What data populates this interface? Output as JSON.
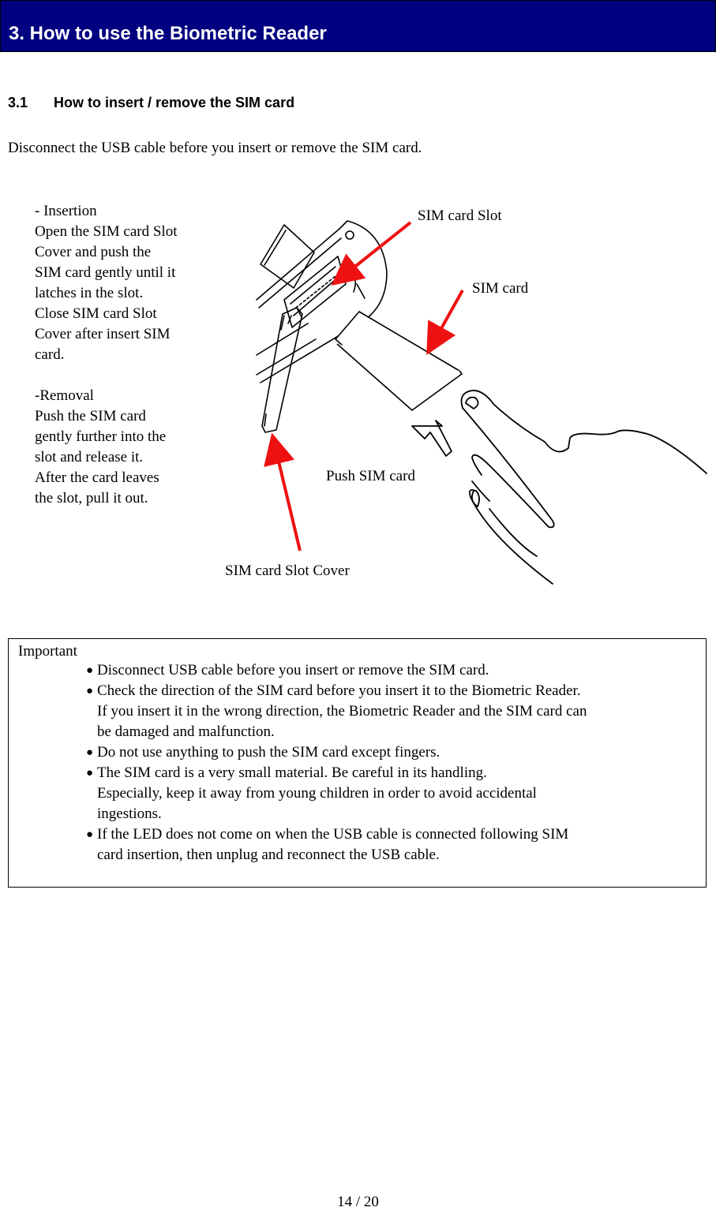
{
  "chapter": {
    "title": "3. How to use the Biometric Reader"
  },
  "section": {
    "number": "3.1",
    "title": "How to insert / remove the SIM card"
  },
  "intro": "Disconnect the USB cable before you insert or remove the SIM card.",
  "instructions": {
    "insertion_heading": "- Insertion",
    "insertion_lines": [
      "Open the SIM card Slot",
      "Cover and push the",
      "SIM card gently until it",
      "latches in the slot.",
      "Close SIM card Slot",
      "Cover after insert SIM",
      "card."
    ],
    "removal_heading": "-Removal",
    "removal_lines": [
      "Push the SIM card",
      "gently further into the",
      "slot and release it.",
      "After the card leaves",
      "the slot, pull it out."
    ]
  },
  "figure": {
    "label_slot": "SIM card Slot",
    "label_card": "SIM card",
    "label_push": "Push SIM card",
    "label_cover": "SIM card Slot Cover",
    "arrow_color": "#ee1111"
  },
  "important": {
    "title": "Important",
    "items": [
      {
        "lines": [
          "Disconnect USB cable before you insert or remove the SIM card."
        ]
      },
      {
        "lines": [
          "Check the direction of the SIM card before you insert it to the Biometric Reader.",
          "If you insert it in the wrong direction, the Biometric Reader and the SIM card can",
          "be damaged and malfunction."
        ]
      },
      {
        "lines": [
          "Do not use anything to push the SIM card except fingers."
        ]
      },
      {
        "lines": [
          "The SIM card is a very small material. Be careful in its handling.",
          "Especially, keep it away from young children in order to avoid accidental",
          "ingestions."
        ]
      },
      {
        "lines": [
          "If the LED does not come on when the USB cable is connected following SIM",
          "card insertion, then unplug and reconnect the USB cable."
        ]
      }
    ]
  },
  "footer": {
    "page": "14 / 20"
  }
}
